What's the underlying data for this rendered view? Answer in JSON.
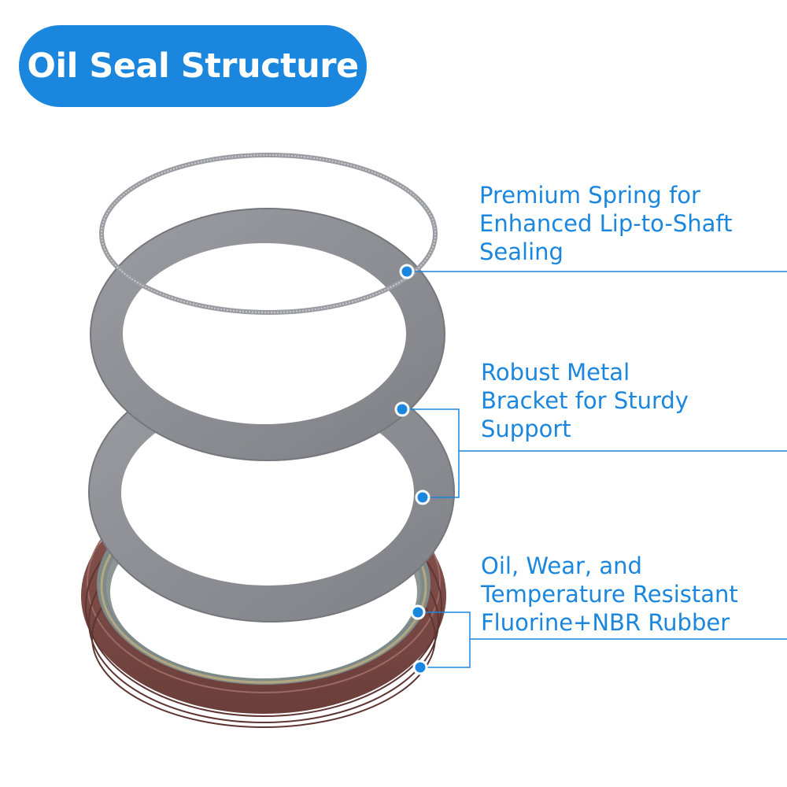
{
  "title": "Oil Seal Structure",
  "colors": {
    "accent": "#1a86dd",
    "pill": "#1a86dd",
    "metal": "#8c8e93",
    "spring": "#9a9ca1",
    "rubber": "#7a4a46"
  },
  "callouts": [
    {
      "id": "spring",
      "lines": [
        "Premium Spring for",
        "Enhanced Lip-to-Shaft",
        "Sealing"
      ]
    },
    {
      "id": "bracket",
      "lines": [
        "Robust Metal",
        "Bracket for Sturdy",
        "Support"
      ]
    },
    {
      "id": "rubber",
      "lines": [
        "Oil, Wear, and",
        "Temperature Resistant",
        "Fluorine+NBR Rubber"
      ]
    }
  ]
}
